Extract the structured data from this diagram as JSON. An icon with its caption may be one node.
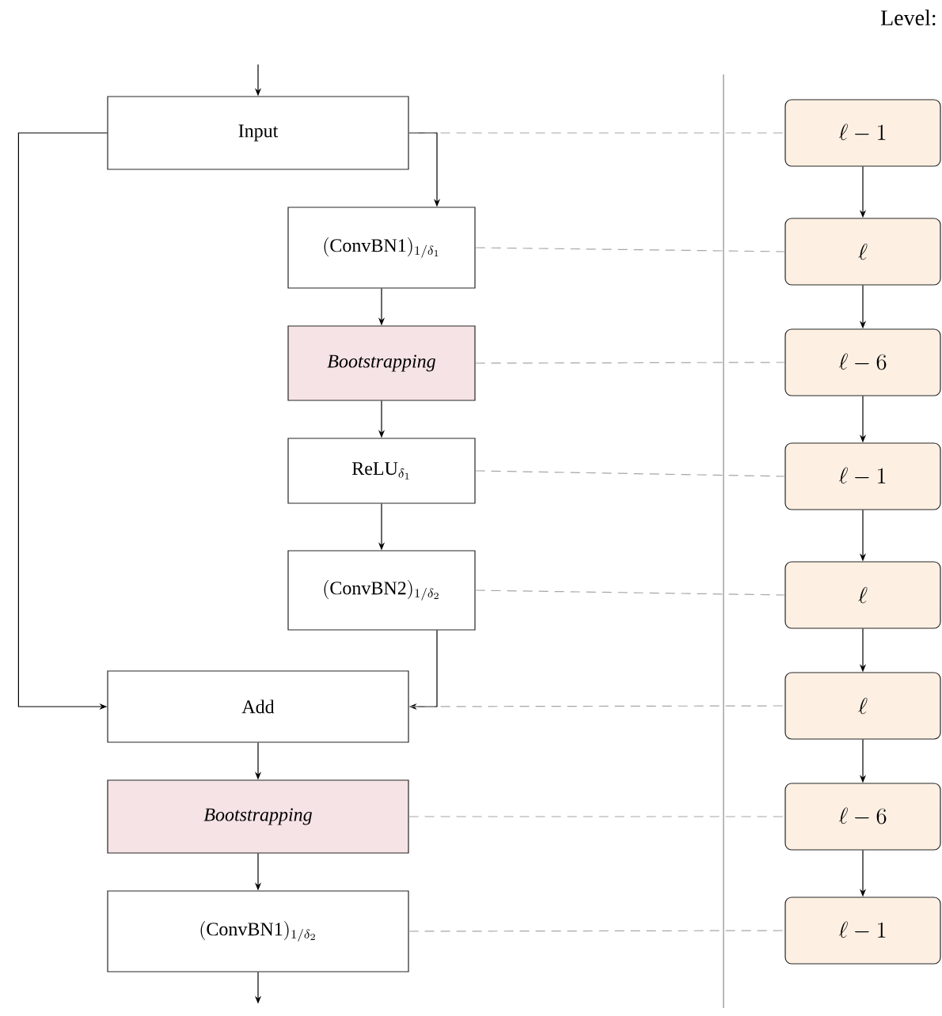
{
  "diagram": {
    "nodes": [
      {
        "text": [
          "Input"
        ]
      },
      {
        "text": [
          "(\\mathrm{ConvBN1})_{1/\\delta_1}"
        ]
      },
      {
        "text": [
          "Bootstrapping"
        ]
      },
      {
        "text": [
          "\\mathrm{ReLU}_{\\delta_1}"
        ]
      },
      {
        "text": [
          "(\\mathrm{ConvBN2})_{1/\\delta_2}"
        ]
      },
      {
        "text": [
          "Add"
        ]
      },
      {
        "text": [
          "Bootstrapping"
        ]
      },
      {
        "text": [
          "(\\mathrm{ConvBN1})_{1/\\delta_2}"
        ]
      },
      {
        "text": [
          "\\ell-1"
        ]
      },
      {
        "text": [
          "\\ell"
        ]
      },
      {
        "text": [
          "\\ell-6"
        ]
      },
      {
        "text": [
          "\\ell-1"
        ]
      },
      {
        "text": [
          "\\ell"
        ]
      },
      {
        "text": [
          "\\ell"
        ]
      },
      {
        "text": [
          "\\ell-6"
        ]
      },
      {
        "text": [
          "\\ell-1"
        ]
      }
    ],
    "edges": [
      {
        "from": null,
        "to": 0,
        "arrow": "to"
      },
      {
        "from": 0,
        "to": 1,
        "arrow": "to"
      },
      {
        "from": 1,
        "to": 2,
        "arrow": "to"
      },
      {
        "from": 2,
        "to": 3,
        "arrow": "to"
      },
      {
        "from": 3,
        "to": 4,
        "arrow": "to"
      },
      {
        "from": 4,
        "to": 5,
        "arrow": "to"
      },
      {
        "from": 0,
        "to": 5,
        "arrow": "to"
      },
      {
        "from": 5,
        "to": 6,
        "arrow": "to"
      },
      {
        "from": 6,
        "to": 7,
        "arrow": "to"
      },
      {
        "from": 7,
        "to": null,
        "arrow": "to"
      },
      {
        "from": 0,
        "to": 8,
        "arrow": "none",
        "style": "dashed",
        "color": "#a6a6a6"
      },
      {
        "from": 1,
        "to": 9,
        "arrow": "none",
        "style": "dashed",
        "color": "#a6a6a6"
      },
      {
        "from": 2,
        "to": 10,
        "arrow": "none",
        "style": "dashed",
        "color": "#a6a6a6"
      },
      {
        "from": 3,
        "to": 11,
        "arrow": "none",
        "style": "dashed",
        "color": "#a6a6a6"
      },
      {
        "from": 4,
        "to": 12,
        "arrow": "none",
        "style": "dashed",
        "color": "#a6a6a6"
      },
      {
        "from": 5,
        "to": 13,
        "arrow": "none",
        "style": "dashed",
        "color": "#a6a6a6"
      },
      {
        "from": 6,
        "to": 14,
        "arrow": "none",
        "style": "dashed",
        "color": "#a6a6a6"
      },
      {
        "from": 7,
        "to": 15,
        "arrow": "none",
        "style": "dashed",
        "color": "#a6a6a6"
      },
      {
        "from": 8,
        "to": 9,
        "arrow": "to"
      },
      {
        "from": 9,
        "to": 10,
        "arrow": "to"
      },
      {
        "from": 10,
        "to": 11,
        "arrow": "to"
      },
      {
        "from": 11,
        "to": 12,
        "arrow": "to"
      },
      {
        "from": 12,
        "to": 13,
        "arrow": "to"
      },
      {
        "from": 13,
        "to": 14,
        "arrow": "to"
      },
      {
        "from": 14,
        "to": 15,
        "arrow": "to"
      }
    ],
    "labels": [
      "Level:"
    ]
  }
}
